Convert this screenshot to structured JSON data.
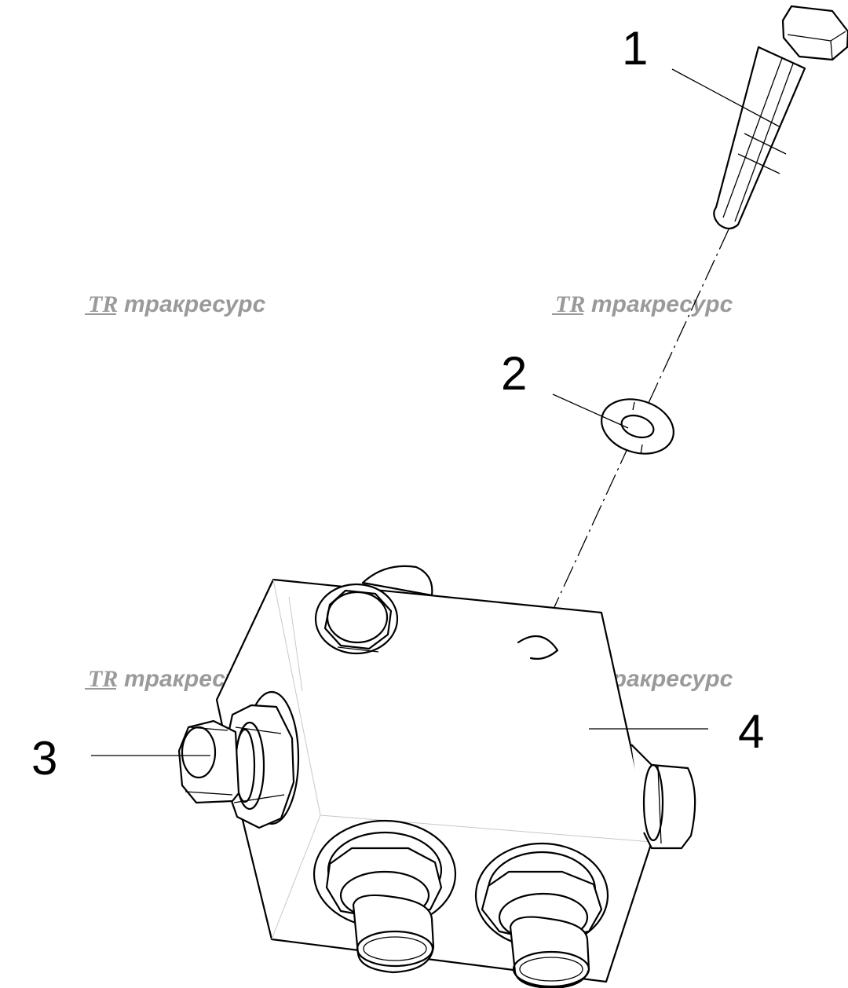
{
  "callouts": [
    {
      "id": "1",
      "label": "1"
    },
    {
      "id": "2",
      "label": "2"
    },
    {
      "id": "3",
      "label": "3"
    },
    {
      "id": "4",
      "label": "4"
    }
  ],
  "watermark": {
    "logo": "TR",
    "text": "тракресурс"
  }
}
